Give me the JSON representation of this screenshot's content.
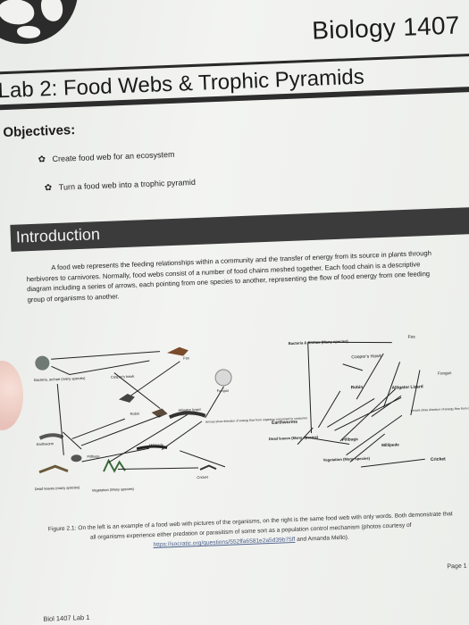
{
  "header": {
    "course": "Biology 1407"
  },
  "lab": {
    "title": "Lab 2: Food Webs & Trophic Pyramids"
  },
  "objectives": {
    "heading": "Objectives:",
    "items": [
      "Create food web for an ecosystem",
      "Turn a food web into a trophic pyramid"
    ]
  },
  "introduction": {
    "heading": "Introduction",
    "text": "A food web represents the feeding relationships within a community and the transfer of energy from its source in plants through herbivores to carnivores. Normally, food webs consist of a number of food chains meshed together. Each food chain is a descriptive diagram including a series of arrows, each pointing from one species to another, representing the flow of food energy from one feeding group of organisms to another."
  },
  "figure": {
    "left_labels": {
      "bacteria": "Bacteria, archae (many species)",
      "coopers_hawk": "Cooper's hawk",
      "fox": "Fox",
      "fungus": "Fungus",
      "robin": "Robin",
      "alligator_lizard": "Alligator lizard",
      "earthworm": "Earthworm",
      "arrows": "Arrows show direction of energy flow from organism consumed to consumer",
      "pillbugs": "Pillbugs",
      "millipede": "Millipede",
      "dead_leaves": "Dead leaves (many species)",
      "vegetation": "Vegetation (Many species)",
      "cricket": "Cricket"
    },
    "right_labels": {
      "fox": "Fox",
      "bacteria": "Bacteria & Archae (Many species)",
      "coopers_hawk": "Cooper's Hawk",
      "fungus": "Fungus",
      "robin": "Robin",
      "alligator_lizard": "Alligator Lizard",
      "earthworms": "Earthworms",
      "arrows": "Arrows show direction of energy flow from organism consumed to consumer",
      "pillbugs": "Pillbugs",
      "millipede": "Millipede",
      "dead_leaves": "Dead leaves (Many species)",
      "vegetation": "Vegetation (Many species)",
      "cricket": "Cricket"
    },
    "caption_text": "Figure 2.1: On the left is an example of a food web with pictures of the organisms, on the right is the same food web with only words. Both demonstrate that all organisms experience either predation or parasitism of some sort as a population control mechanism (photos courtesy of",
    "caption_link": "https://socratic.org/questions/552ffa6581e2a5d39b75ff",
    "caption_end": "and Amanda Mello)."
  },
  "page": {
    "number": "Page 1",
    "footer": "Biol 1407 Lab 1"
  },
  "colors": {
    "bar": "#3b3b3b",
    "text": "#1a1a1a"
  }
}
